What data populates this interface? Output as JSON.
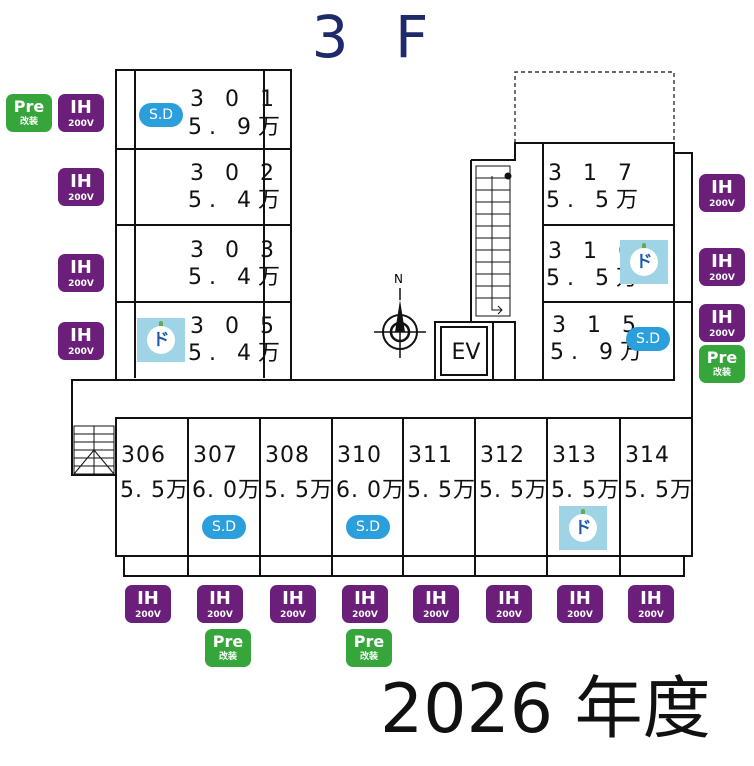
{
  "floor_title": "3 F",
  "year_label": "2026 年度",
  "ev_label": "EV",
  "compass_label": "N",
  "badges": {
    "ih_main": "IH",
    "ih_sub": "200V",
    "pre_main": "Pre",
    "pre_sub": "改装",
    "sd": "S.D",
    "d_mark": "ド"
  },
  "rooms": [
    {
      "no": "3 0 1",
      "rent": "5. 9万",
      "sd": true,
      "d": false,
      "pre": true
    },
    {
      "no": "3 0 2",
      "rent": "5. 4万",
      "sd": false,
      "d": false,
      "pre": false
    },
    {
      "no": "3 0 3",
      "rent": "5. 4万",
      "sd": false,
      "d": false,
      "pre": false
    },
    {
      "no": "3 0 5",
      "rent": "5. 4万",
      "sd": false,
      "d": true,
      "pre": false
    },
    {
      "no": "3 1 7",
      "rent": "5. 5万",
      "sd": false,
      "d": false,
      "pre": false
    },
    {
      "no": "3 1 6",
      "rent": "5. 5万",
      "sd": false,
      "d": true,
      "pre": false
    },
    {
      "no": "3 1 5",
      "rent": "5. 9万",
      "sd": true,
      "d": false,
      "pre": true
    },
    {
      "no": "306",
      "rent": "5. 5万",
      "sd": false,
      "d": false,
      "pre": false
    },
    {
      "no": "307",
      "rent": "6. 0万",
      "sd": true,
      "d": false,
      "pre": true
    },
    {
      "no": "308",
      "rent": "5. 5万",
      "sd": false,
      "d": false,
      "pre": false
    },
    {
      "no": "310",
      "rent": "6. 0万",
      "sd": true,
      "d": false,
      "pre": true
    },
    {
      "no": "311",
      "rent": "5. 5万",
      "sd": false,
      "d": false,
      "pre": false
    },
    {
      "no": "312",
      "rent": "5. 5万",
      "sd": false,
      "d": false,
      "pre": false
    },
    {
      "no": "313",
      "rent": "5. 5万",
      "sd": false,
      "d": true,
      "pre": false
    },
    {
      "no": "314",
      "rent": "5. 5万",
      "sd": false,
      "d": false,
      "pre": false
    }
  ]
}
